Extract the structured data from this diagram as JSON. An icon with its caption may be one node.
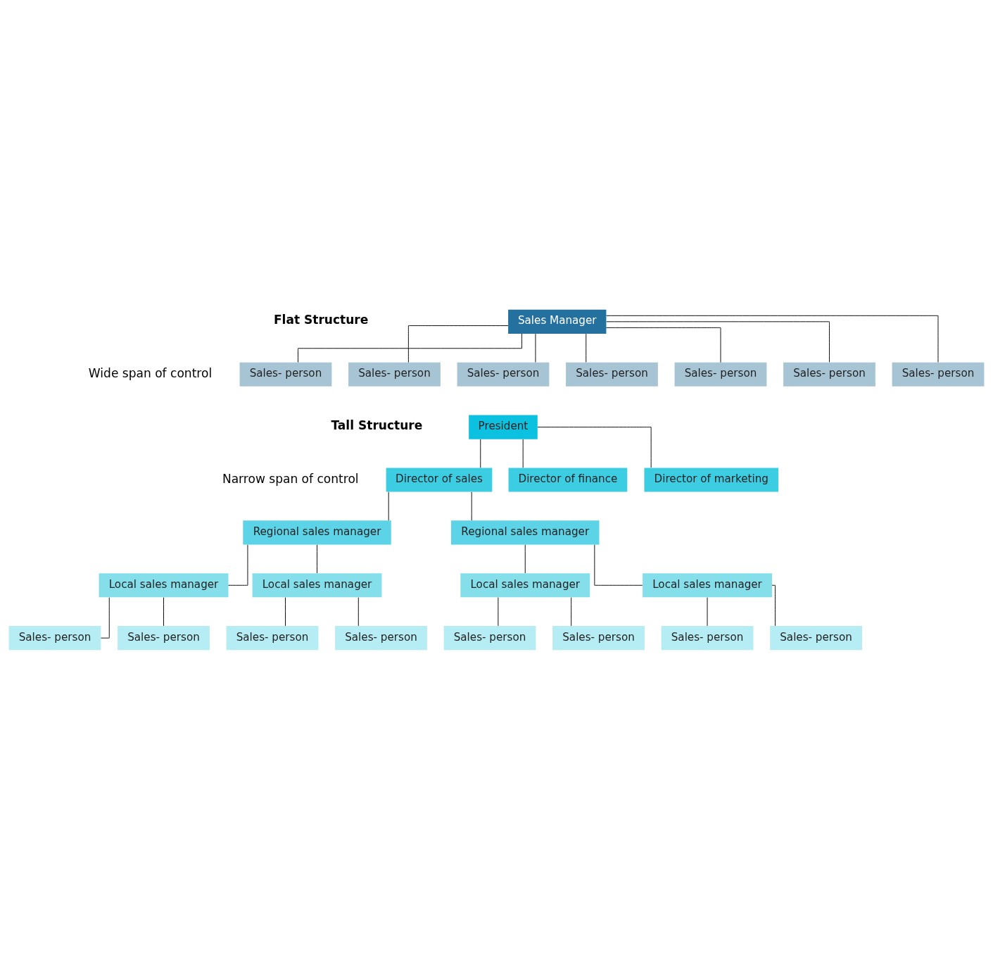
{
  "diagram": {
    "nodes": [
      {
        "text": [
          "Sales Manager"
        ]
      },
      {
        "text": [
          "Sales- person"
        ]
      },
      {
        "text": [
          "Sales- person"
        ]
      },
      {
        "text": [
          "Sales- person"
        ]
      },
      {
        "text": [
          "Sales- person"
        ]
      },
      {
        "text": [
          "Sales- person"
        ]
      },
      {
        "text": [
          "Sales- person"
        ]
      },
      {
        "text": [
          "Sales- person"
        ]
      },
      {
        "text": [
          "President"
        ]
      },
      {
        "text": [
          "Director of marketing"
        ]
      },
      {
        "text": [
          "Director of sales"
        ]
      },
      {
        "text": [
          "Director of finance"
        ]
      },
      {
        "text": [
          "Regional sales manager"
        ]
      },
      {
        "text": [
          "Regional sales manager"
        ]
      },
      {
        "text": [
          "Local sales manager"
        ]
      },
      {
        "text": [
          "Local sales manager"
        ]
      },
      {
        "text": [
          "Local sales manager"
        ]
      },
      {
        "text": [
          "Local sales manager"
        ]
      },
      {
        "text": [
          "Sales- person"
        ]
      },
      {
        "text": [
          "Sales- person"
        ]
      },
      {
        "text": [
          "Sales- person"
        ]
      },
      {
        "text": [
          "Sales- person"
        ]
      },
      {
        "text": [
          "Sales- person"
        ]
      },
      {
        "text": [
          "Sales- person"
        ]
      },
      {
        "text": [
          "Sales- person"
        ]
      },
      {
        "text": [
          "Sales- person"
        ]
      }
    ],
    "edges": [
      {
        "from": 0,
        "to": 1,
        "arrow": "none"
      },
      {
        "from": 0,
        "to": 2,
        "arrow": "none"
      },
      {
        "from": 0,
        "to": 3,
        "arrow": "none"
      },
      {
        "from": 0,
        "to": 4,
        "arrow": "none"
      },
      {
        "from": 0,
        "to": 5,
        "arrow": "none"
      },
      {
        "from": 0,
        "to": 6,
        "arrow": "none"
      },
      {
        "from": 0,
        "to": 7,
        "arrow": "none"
      },
      {
        "from": 8,
        "to": 9,
        "arrow": "none"
      },
      {
        "from": 8,
        "to": 10,
        "arrow": "none"
      },
      {
        "from": 8,
        "to": 11,
        "arrow": "none"
      },
      {
        "from": 10,
        "to": 12,
        "arrow": "none"
      },
      {
        "from": 10,
        "to": 13,
        "arrow": "none"
      },
      {
        "from": 12,
        "to": 14,
        "arrow": "none"
      },
      {
        "from": 12,
        "to": 15,
        "arrow": "none"
      },
      {
        "from": 13,
        "to": 16,
        "arrow": "none"
      },
      {
        "from": 13,
        "to": 17,
        "arrow": "none"
      },
      {
        "from": 14,
        "to": 18,
        "arrow": "none"
      },
      {
        "from": 14,
        "to": 19,
        "arrow": "none"
      },
      {
        "from": 15,
        "to": 20,
        "arrow": "none"
      },
      {
        "from": 15,
        "to": 21,
        "arrow": "none"
      },
      {
        "from": 16,
        "to": 22,
        "arrow": "none"
      },
      {
        "from": 16,
        "to": 23,
        "arrow": "none"
      },
      {
        "from": 17,
        "to": 24,
        "arrow": "none"
      },
      {
        "from": 17,
        "to": 25,
        "arrow": "none"
      }
    ],
    "labels": [
      "Flat Structure",
      "Wide span of control",
      "Tall Structure",
      "Narrow span of control"
    ]
  }
}
